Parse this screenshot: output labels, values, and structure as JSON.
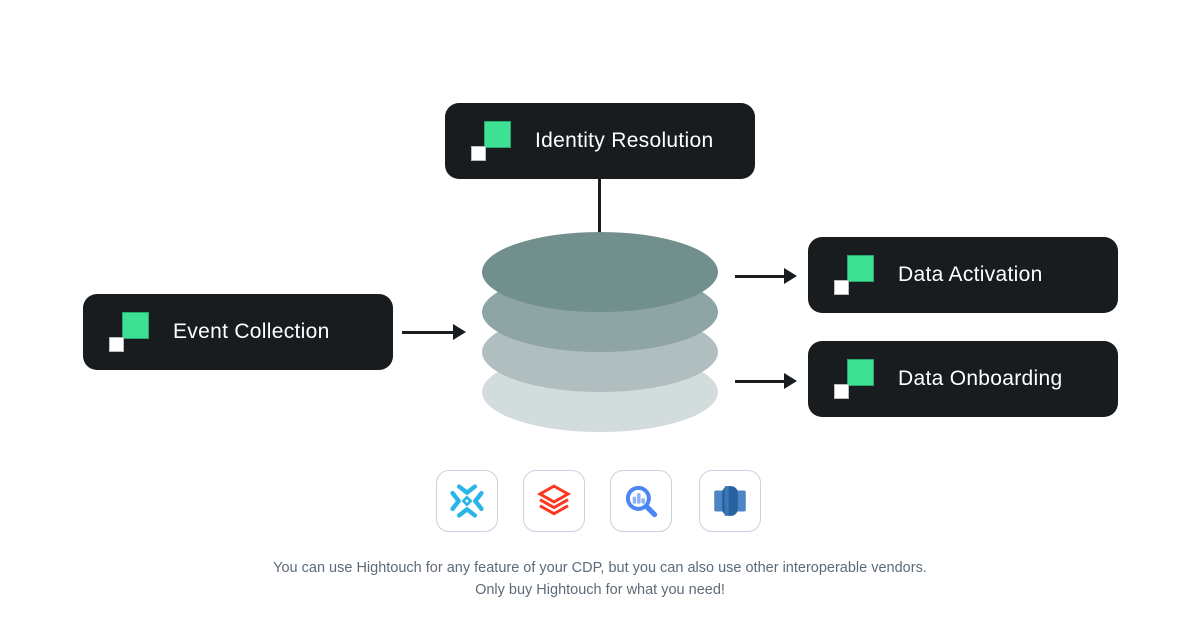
{
  "nodes": {
    "identity": {
      "label": "Identity Resolution"
    },
    "event": {
      "label": "Event Collection"
    },
    "activation": {
      "label": "Data Activation"
    },
    "onboarding": {
      "label": "Data Onboarding"
    }
  },
  "brand": {
    "badge_bg": "#191c1e",
    "logo_green": "#3ee094",
    "arrow_color": "#1a1d1f"
  },
  "warehouse": {
    "layers": [
      "#71908d",
      "#8fa4a4",
      "#b1bec0",
      "#d3dcdc"
    ]
  },
  "vendors": [
    {
      "name": "Snowflake",
      "color": "#29b5e8"
    },
    {
      "name": "Databricks",
      "color": "#ff3621"
    },
    {
      "name": "BigQuery",
      "color": "#4c86f5"
    },
    {
      "name": "Amazon Redshift",
      "color": "#2a62a0"
    }
  ],
  "caption": {
    "line1": "You can use Hightouch for any feature of your CDP, but you can also use other interoperable vendors.",
    "line2": "Only buy Hightouch for what you need!"
  }
}
